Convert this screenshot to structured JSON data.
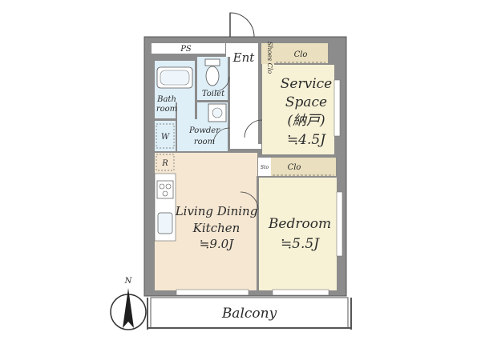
{
  "rooms": {
    "ps": "PS",
    "entrance": "Ent",
    "shoes_closet": "Shoes Clo",
    "closet_top": "Clo",
    "closet_mid": "Clo",
    "toilet": "Toilet",
    "bath_line1": "Bath",
    "bath_line2": "room",
    "washer": "W",
    "powder_line1": "Powder",
    "powder_line2": "room",
    "refrigerator": "R",
    "service_line1": "Service",
    "service_line2": "Space",
    "service_line3": "(納戸)",
    "service_area": "≒4.5J",
    "ldk_line1": "Living Dining",
    "ldk_line2": "Kitchen",
    "ldk_area": "≒9.0J",
    "bedroom": "Bedroom",
    "bedroom_area": "≒5.5J",
    "storage": "Sto",
    "balcony": "Balcony"
  },
  "compass": {
    "north_label": "N"
  },
  "colors": {
    "wall": "#8c8c8c",
    "wall_stroke": "#555555",
    "service_floor": "#f7f2d6",
    "bedroom_floor": "#f7f2d6",
    "ldk_floor": "#f5e7d2",
    "wet_floor": "#dfeff8",
    "closet_floor": "#eadfbe",
    "plain_floor": "#ffffff"
  }
}
